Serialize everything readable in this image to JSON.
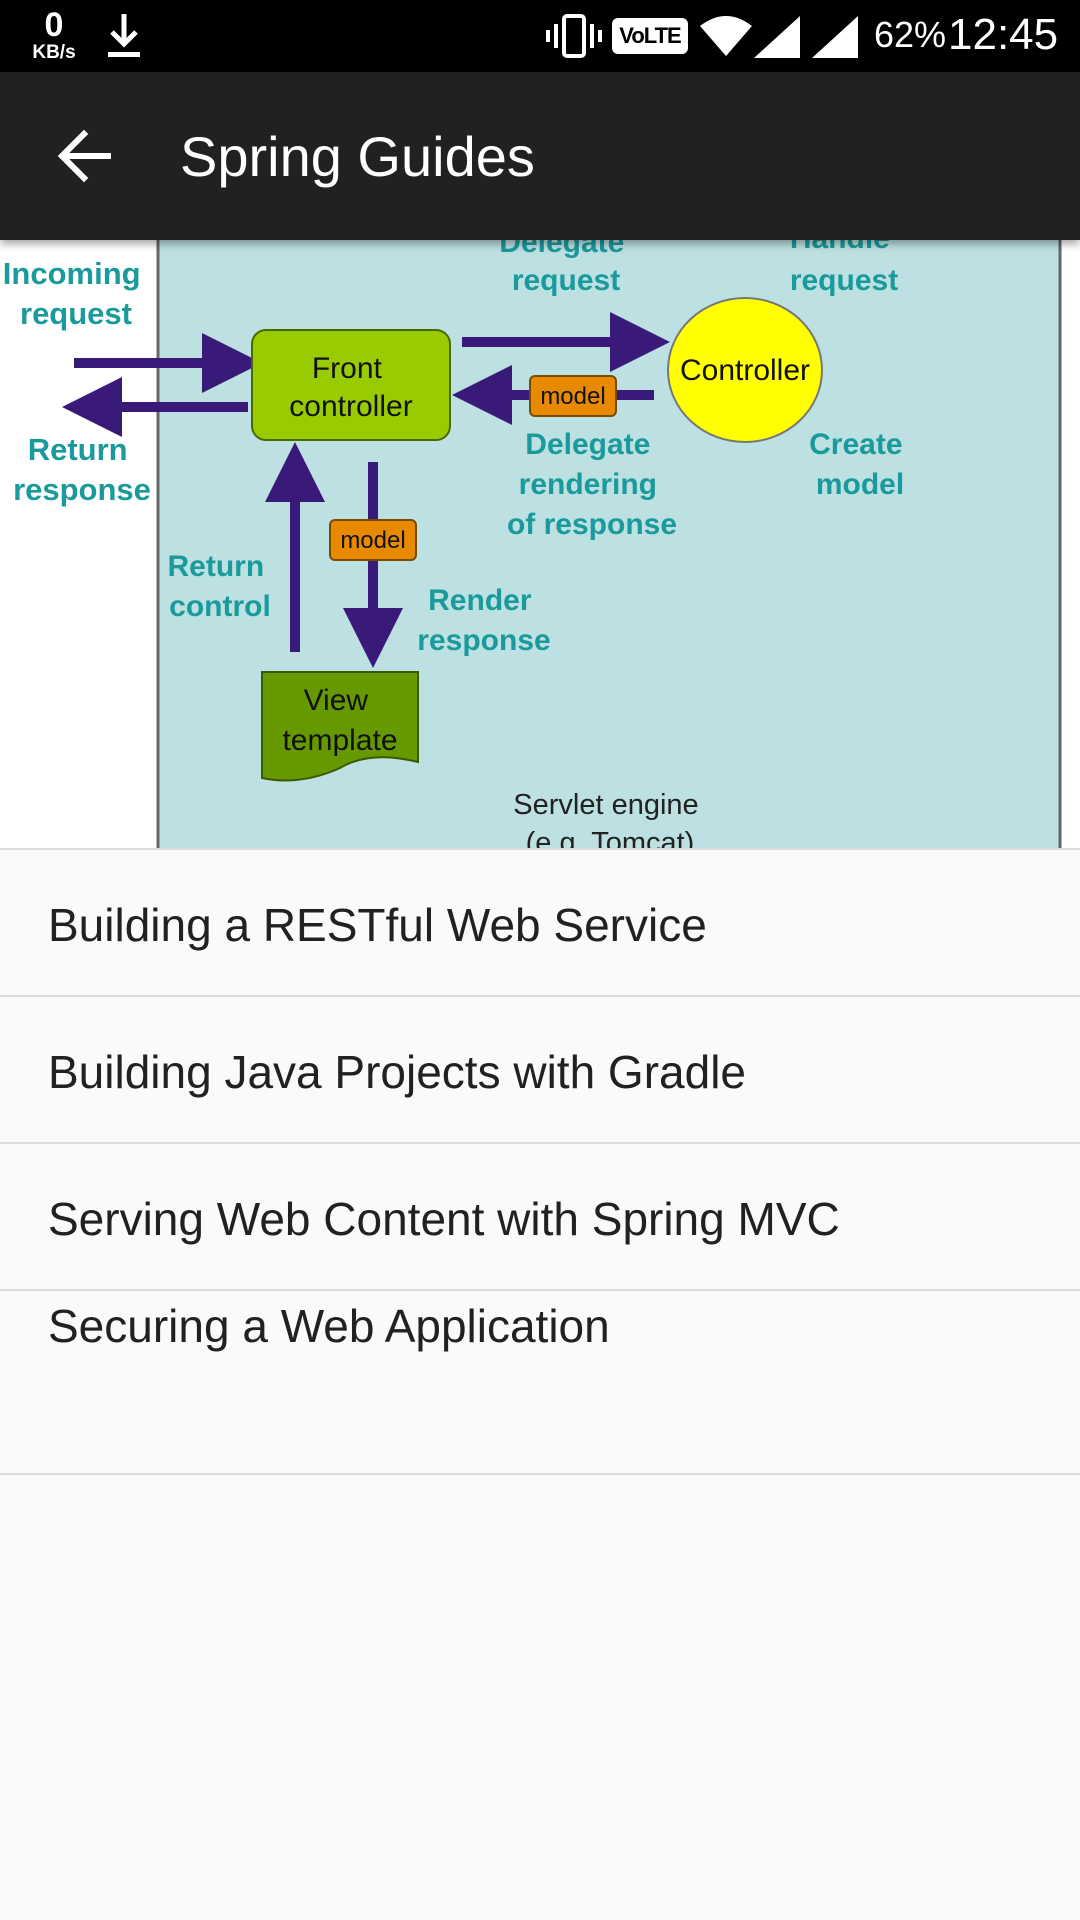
{
  "status_bar": {
    "net_speed_value": "0",
    "net_speed_unit": "KB/s",
    "volte_label": "VoLTE",
    "battery": "62%",
    "time": "12:45"
  },
  "toolbar": {
    "title": "Spring Guides",
    "back_icon": "arrow-back-icon"
  },
  "diagram": {
    "incoming_request": [
      "Incoming",
      "request"
    ],
    "return_response": [
      "Return",
      "response"
    ],
    "front_controller": [
      "Front",
      "controller"
    ],
    "delegate_request": [
      "Delegate",
      "request"
    ],
    "handle_request": [
      "Handle",
      "request"
    ],
    "controller": "Controller",
    "model_label": "model",
    "delegate_rendering": [
      "Delegate",
      "rendering",
      "of response"
    ],
    "create_model": [
      "Create",
      "model"
    ],
    "return_control": [
      "Return",
      "control"
    ],
    "render_response": [
      "Render",
      "response"
    ],
    "view_template": [
      "View",
      "template"
    ],
    "servlet_engine": [
      "Servlet engine",
      "(e.g. Tomcat)"
    ]
  },
  "guides": [
    {
      "label": "Building a RESTful Web Service"
    },
    {
      "label": "Building Java Projects with Gradle"
    },
    {
      "label": "Serving Web Content with Spring MVC"
    },
    {
      "label": "Securing a Web Application"
    }
  ]
}
